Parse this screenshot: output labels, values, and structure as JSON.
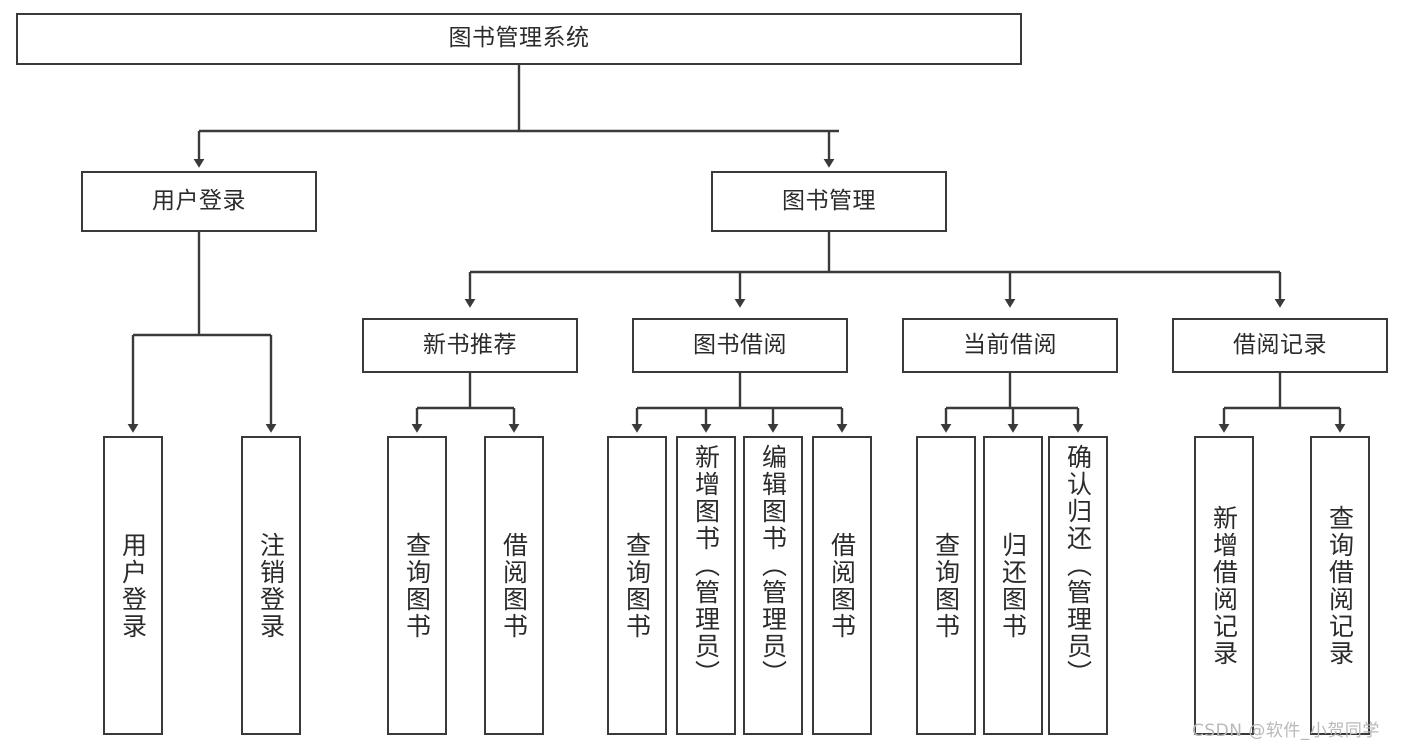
{
  "diagram": {
    "type": "tree",
    "title": "图书管理系统",
    "stroke_color": "#3a3a3a",
    "background_color": "#ffffff",
    "text_color": "#2b2b2b",
    "nodes": {
      "root": {
        "label": "图书管理系统"
      },
      "level1": [
        {
          "label": "用户登录"
        },
        {
          "label": "图书管理"
        }
      ],
      "level2": [
        {
          "label": "新书推荐"
        },
        {
          "label": "图书借阅"
        },
        {
          "label": "当前借阅"
        },
        {
          "label": "借阅记录"
        }
      ],
      "leaves_user_login": [
        {
          "label": "用户登录"
        },
        {
          "label": "注销登录"
        }
      ],
      "leaves_new_books": [
        {
          "label": "查询图书"
        },
        {
          "label": "借阅图书"
        }
      ],
      "leaves_borrow": [
        {
          "label": "查询图书"
        },
        {
          "label": "新增图书（管理员）"
        },
        {
          "label": "编辑图书（管理员）"
        },
        {
          "label": "借阅图书"
        }
      ],
      "leaves_current": [
        {
          "label": "查询图书"
        },
        {
          "label": "归还图书"
        },
        {
          "label": "确认归还（管理员）"
        }
      ],
      "leaves_records": [
        {
          "label": "新增借阅记录"
        },
        {
          "label": "查询借阅记录"
        }
      ]
    }
  },
  "watermark": {
    "text": "CSDN @软件_小贺同学"
  }
}
